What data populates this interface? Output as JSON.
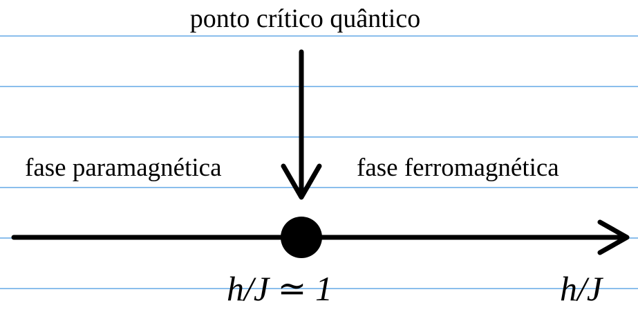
{
  "diagram": {
    "critical_point_title": "ponto crítico quântico",
    "left_phase": "fase paramagnética",
    "right_phase": "fase ferromagnética",
    "critical_value": "h/J ≃ 1",
    "axis_variable": "h/J"
  },
  "colors": {
    "ruled_lines": "#63a8e6",
    "ink": "#000000",
    "background": "#ffffff"
  }
}
